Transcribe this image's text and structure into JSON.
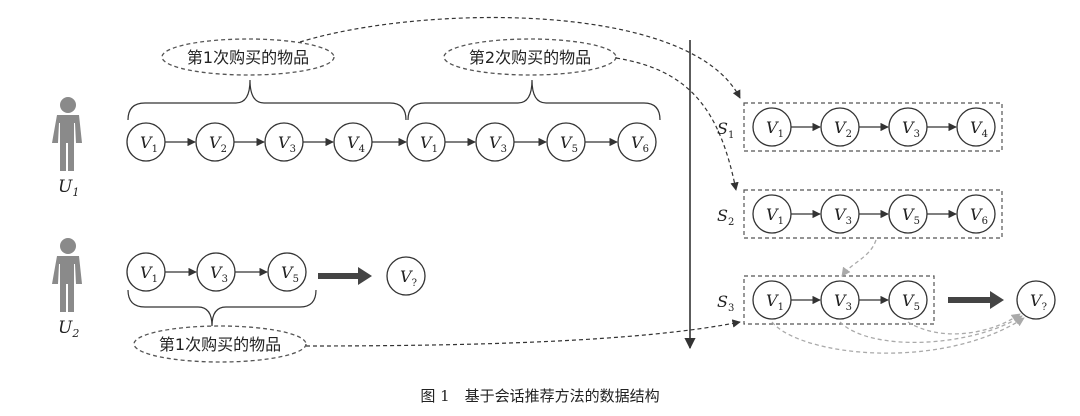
{
  "users": [
    {
      "label": "U",
      "sub": "1"
    },
    {
      "label": "U",
      "sub": "2"
    }
  ],
  "purchase_labels": {
    "u1_first": "第1次购买的物品",
    "u1_second": "第2次购买的物品",
    "u2_first": "第1次购买的物品"
  },
  "u1_sequence": [
    {
      "label": "V",
      "sub": "1"
    },
    {
      "label": "V",
      "sub": "2"
    },
    {
      "label": "V",
      "sub": "3"
    },
    {
      "label": "V",
      "sub": "4"
    },
    {
      "label": "V",
      "sub": "1"
    },
    {
      "label": "V",
      "sub": "3"
    },
    {
      "label": "V",
      "sub": "5"
    },
    {
      "label": "V",
      "sub": "6"
    }
  ],
  "u2_sequence": [
    {
      "label": "V",
      "sub": "1"
    },
    {
      "label": "V",
      "sub": "3"
    },
    {
      "label": "V",
      "sub": "5"
    }
  ],
  "u2_target": {
    "label": "V",
    "sub": "?"
  },
  "sessions": [
    {
      "label": "S",
      "sub": "1",
      "items": [
        {
          "label": "V",
          "sub": "1"
        },
        {
          "label": "V",
          "sub": "2"
        },
        {
          "label": "V",
          "sub": "3"
        },
        {
          "label": "V",
          "sub": "4"
        }
      ]
    },
    {
      "label": "S",
      "sub": "2",
      "items": [
        {
          "label": "V",
          "sub": "1"
        },
        {
          "label": "V",
          "sub": "3"
        },
        {
          "label": "V",
          "sub": "5"
        },
        {
          "label": "V",
          "sub": "6"
        }
      ]
    },
    {
      "label": "S",
      "sub": "3",
      "items": [
        {
          "label": "V",
          "sub": "1"
        },
        {
          "label": "V",
          "sub": "3"
        },
        {
          "label": "V",
          "sub": "5"
        }
      ]
    }
  ],
  "s3_target": {
    "label": "V",
    "sub": "?"
  },
  "caption": "图 1　基于会话推荐方法的数据结构",
  "colors": {
    "stroke": "#333333",
    "person": "#8a8a8a",
    "arrow_big": "#444444",
    "dashed_gray": "#aaaaaa"
  }
}
